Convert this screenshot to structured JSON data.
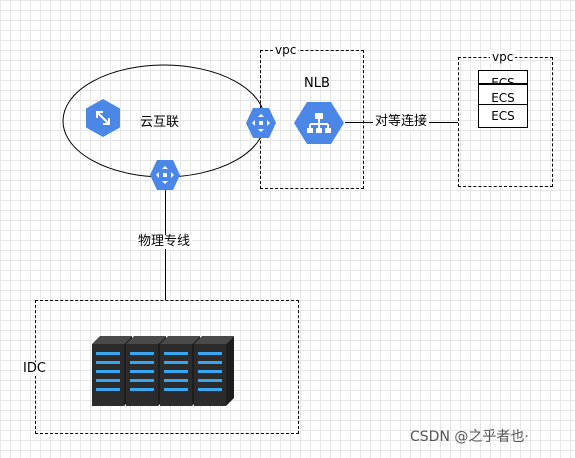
{
  "cloud_interconnect": {
    "label": "云互联",
    "icon": "network-icon"
  },
  "vpc_left": {
    "label": "vpc"
  },
  "nlb": {
    "label": "NLB",
    "icon": "load-balancer-icon"
  },
  "peering": {
    "label": "对等连接"
  },
  "vpc_right": {
    "label": "vpc",
    "instances": [
      "ECS",
      "ECS",
      "ECS"
    ]
  },
  "physical_line": {
    "label": "物理专线"
  },
  "idc": {
    "label": "IDC",
    "servers": 4
  },
  "watermark": {
    "text": "CSDN @之乎者也·"
  },
  "colors": {
    "icon_blue": "#4A87E6",
    "server_dark": "#2b2b2b",
    "server_light": "#39a6f0"
  }
}
